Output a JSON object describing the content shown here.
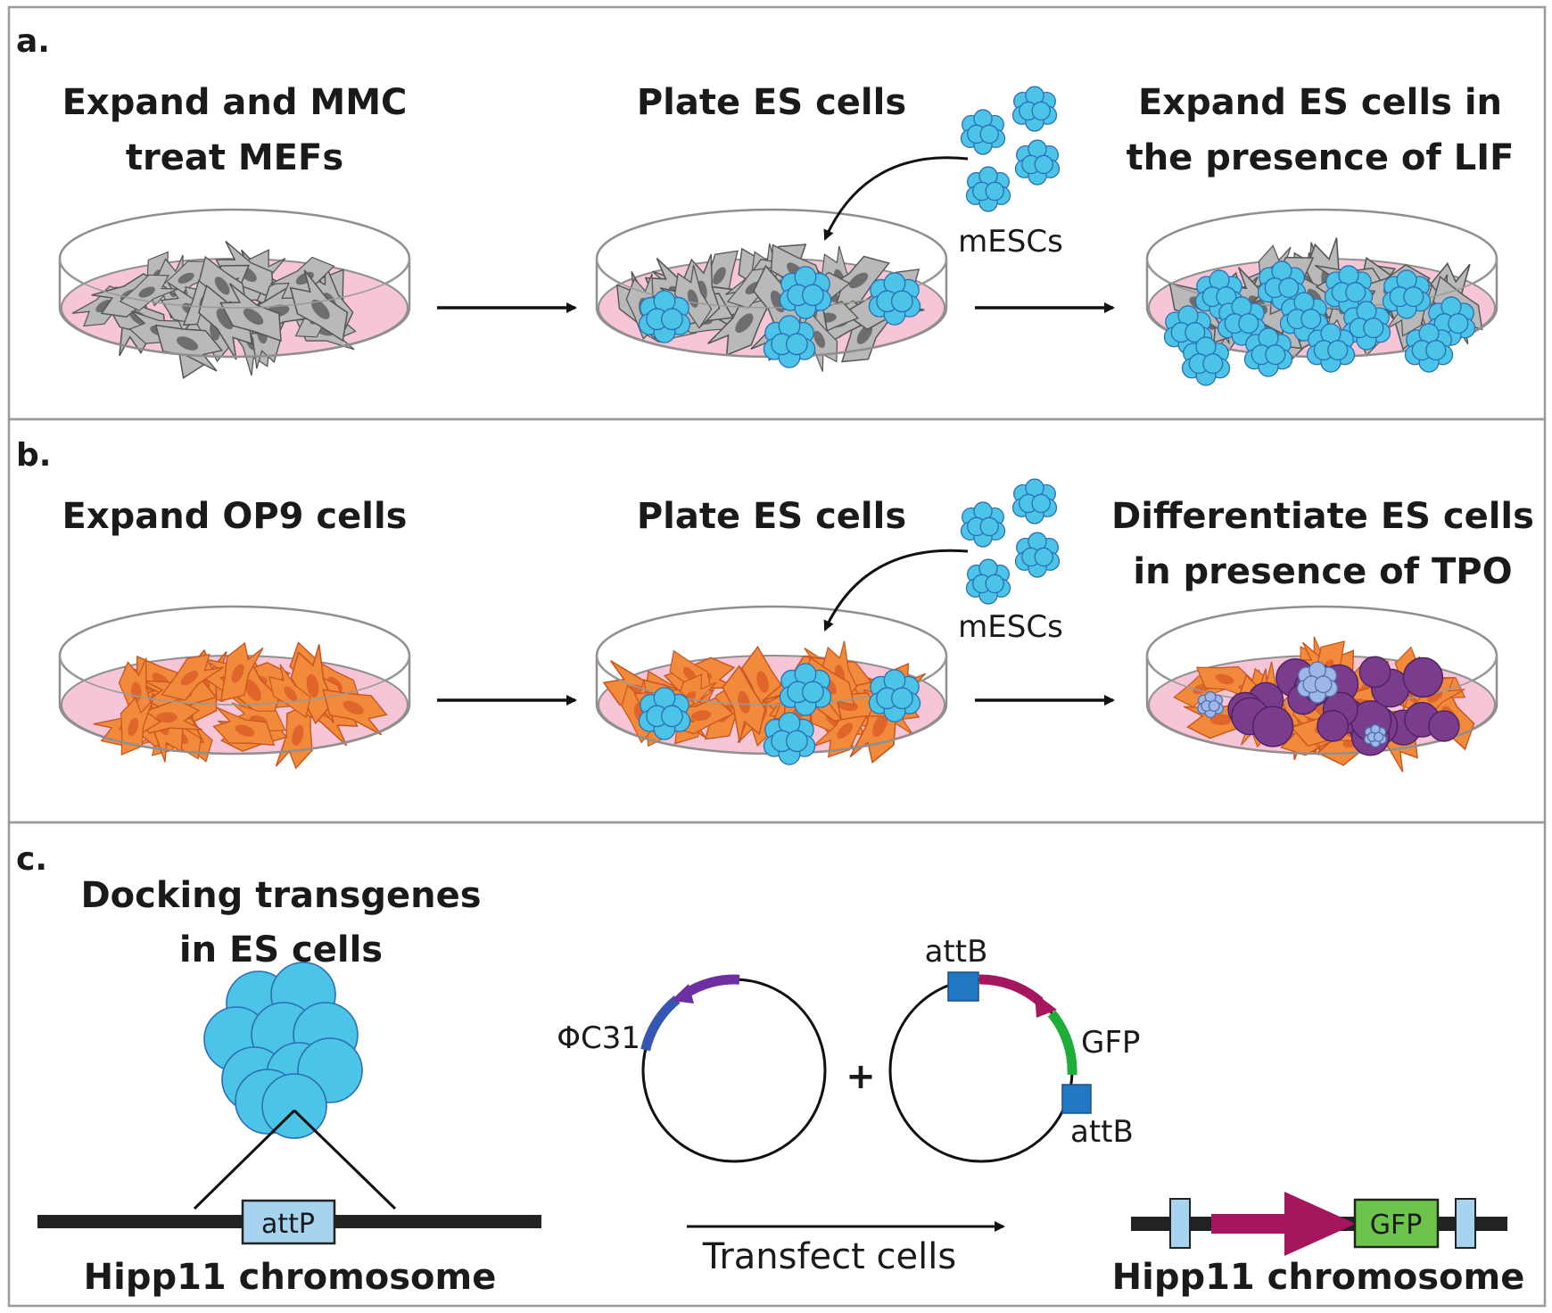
{
  "panel_a": {
    "label": "a.",
    "step1_title": [
      "Expand and MMC",
      "treat MEFs"
    ],
    "step2_title": "Plate ES cells",
    "step3_title": [
      "Expand ES cells in",
      "the presence of LIF"
    ],
    "mesc_label": "mESCs"
  },
  "panel_b": {
    "label": "b.",
    "step1_title": "Expand OP9 cells",
    "step2_title": "Plate ES cells",
    "step3_title": [
      "Differentiate ES cells",
      "in presence of TPO"
    ],
    "mesc_label": "mESCs"
  },
  "panel_c": {
    "label": "c.",
    "title": [
      "Docking transgenes",
      "in ES cells"
    ],
    "attp_label": "attP",
    "chromosome_left": "Hipp11 chromosome",
    "phic31_label": "ΦC31",
    "plus": "+",
    "attb_top": "attB",
    "attb_bottom": "attB",
    "gfp_label": "GFP",
    "transfect_label": "Transfect cells",
    "result_gfp": "GFP",
    "chromosome_right": "Hipp11 chromosome"
  },
  "colors": {
    "esc_fill": "#4cc4e8",
    "esc_stroke": "#2a6fb5",
    "mef_fill": "#b9b9b9",
    "mef_nucleus": "#6e6e6e",
    "op9_fill": "#f28a3c",
    "op9_nucleus": "#e0652a",
    "dish_medium": "#f6c6d8",
    "differentiated": "#7a3d8e",
    "phic31_arc": "#3656b4",
    "phic31_arrow": "#6e2fa0",
    "attb_box": "#2378c4",
    "maroon_arrow": "#a5165f",
    "gfp_green": "#1fad3a",
    "gfp_box": "#6cc44a",
    "attp_box": "#a6d3ee"
  }
}
